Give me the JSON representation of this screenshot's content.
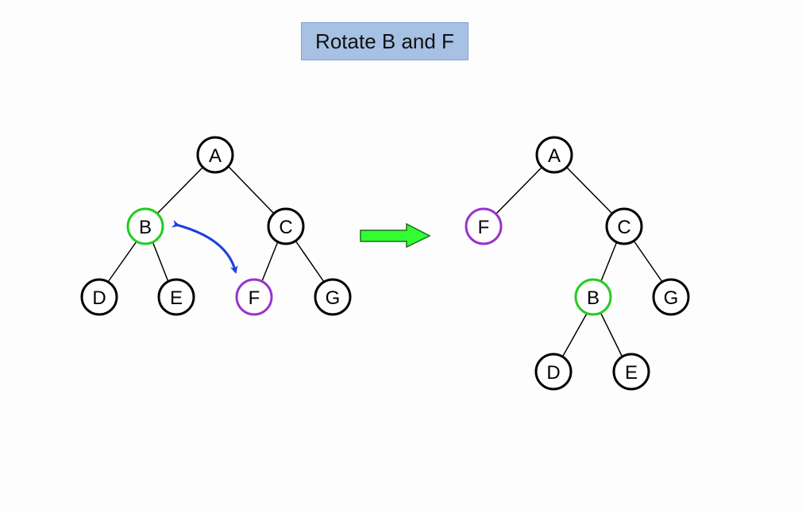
{
  "title": "Rotate B and F",
  "colors": {
    "default_stroke": "#000000",
    "b_stroke": "#22cc22",
    "f_stroke": "#9933cc",
    "swap_arrow": "#1a3fe0",
    "transition_arrow": "#33ff33"
  },
  "before": {
    "nodes": {
      "A": "A",
      "B": "B",
      "C": "C",
      "D": "D",
      "E": "E",
      "F": "F",
      "G": "G"
    }
  },
  "after": {
    "nodes": {
      "A": "A",
      "F": "F",
      "C": "C",
      "B": "B",
      "G": "G",
      "D": "D",
      "E": "E"
    }
  }
}
